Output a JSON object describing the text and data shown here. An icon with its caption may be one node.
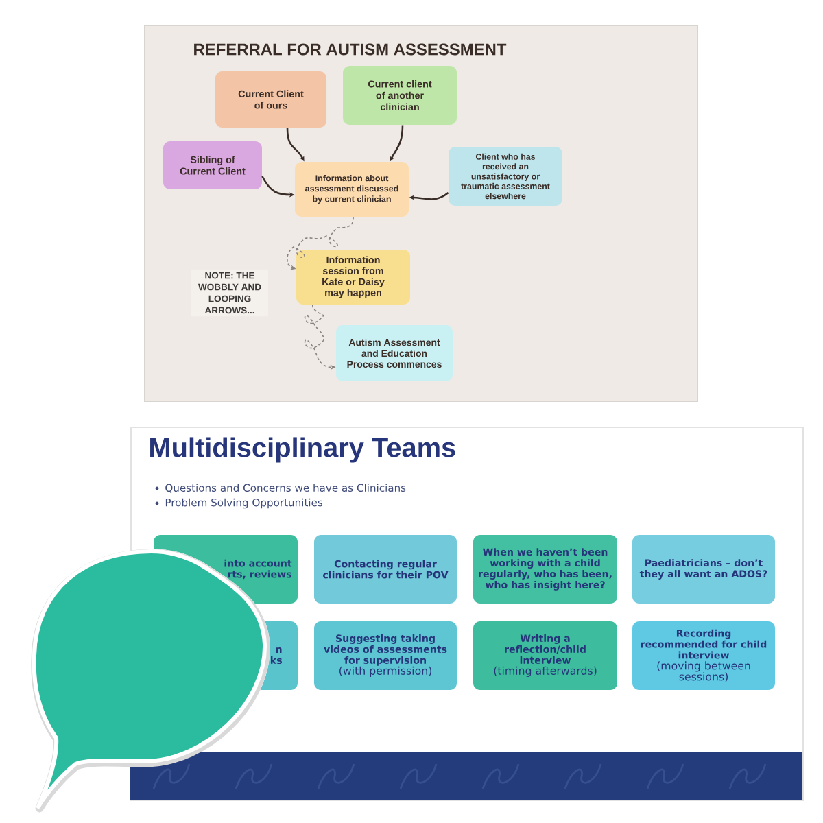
{
  "diagram": {
    "nodes": [
      {
        "text": [
          "REFERRAL FOR AUTISM ASSESSMENT"
        ]
      },
      {
        "text": [
          "Current Client of ours"
        ],
        "in": 0
      },
      {
        "text": [
          "Current client of another clinician"
        ],
        "in": 0
      },
      {
        "text": [
          "Sibling of Current Client"
        ],
        "in": 0
      },
      {
        "text": [
          "Information about assessment discussed by current clinician"
        ],
        "in": 0
      },
      {
        "text": [
          "Client who has received an unsatisfactory or traumatic assessment elsewhere"
        ],
        "in": 0
      },
      {
        "text": [
          "Information session from Kate or Daisy may happen"
        ],
        "in": 0
      },
      {
        "text": [
          "Autism Assessment and Education Process commences"
        ],
        "in": 0
      },
      {
        "text": [
          "Multidisciplinary Teams",
          "Questions and Concerns we have as Clinicians",
          "Problem Solving Opportunities"
        ]
      },
      {
        "text": [
          "into account rts, reviews"
        ],
        "in": 8
      },
      {
        "text": [
          "Contacting regular clinicians for their POV"
        ],
        "in": 8
      },
      {
        "text": [
          "When we haven’t been working with a child regularly, who has been, who has insight here?"
        ],
        "in": 8
      },
      {
        "text": [
          "Paediatricians – don’t they all want an ADOS?"
        ],
        "in": 8
      },
      {
        "text": [
          "n ks"
        ],
        "in": 8
      },
      {
        "text": [
          "Suggesting taking videos of assessments for supervision",
          "(with permission)"
        ],
        "in": 8
      },
      {
        "text": [
          "Writing a reflection/child interview",
          "(timing afterwards)"
        ],
        "in": 8
      },
      {
        "text": [
          "Recording recommended for child interview",
          "(moving between sessions)"
        ],
        "in": 8
      },
      {
        "text": [],
        "shape": "bubble"
      }
    ],
    "edges": [
      {
        "from": 1,
        "to": 4,
        "arrow": "to"
      },
      {
        "from": 2,
        "to": 4,
        "arrow": "to"
      },
      {
        "from": 3,
        "to": 4,
        "arrow": "to"
      },
      {
        "from": 5,
        "to": 4,
        "arrow": "to"
      },
      {
        "from": 4,
        "to": 6,
        "arrow": "to",
        "style": "dashed",
        "color": "#8a8480"
      },
      {
        "from": 6,
        "to": 7,
        "arrow": "to",
        "style": "dashed",
        "color": "#8a8480"
      }
    ],
    "labels": [
      "NOTE: THE WOBBLY AND LOOPING ARROWS..."
    ]
  }
}
